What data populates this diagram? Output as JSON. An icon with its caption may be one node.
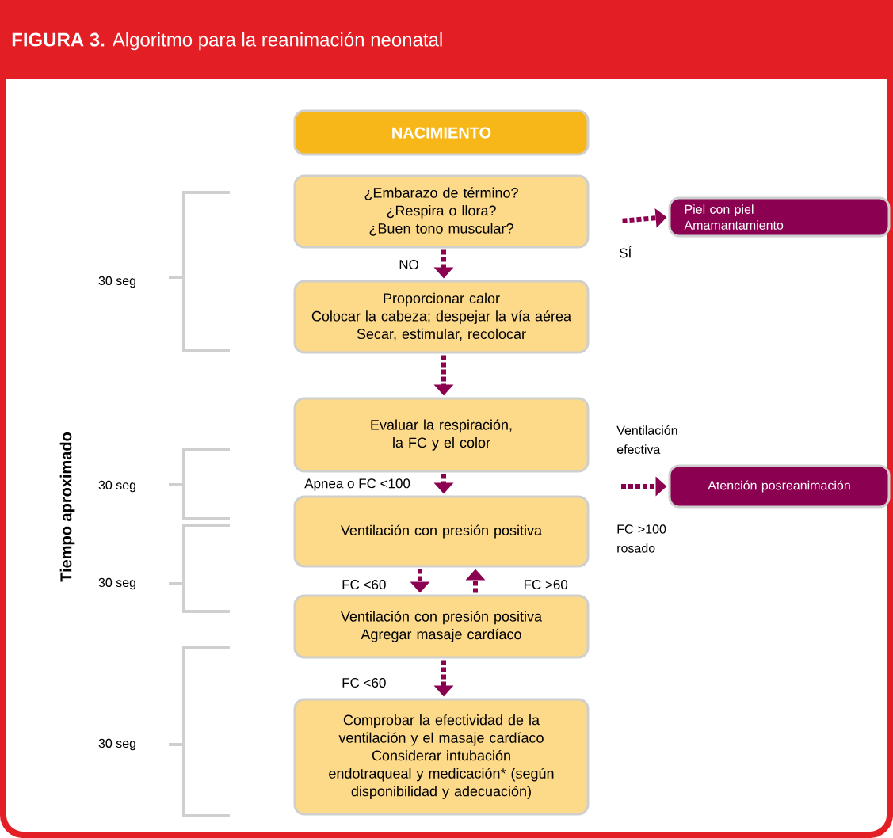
{
  "diagram": {
    "title": "**FIGURA 3.** Algoritmo para la reanimación neonatal",
    "nodes": [
      {
        "text": [
          "NACIMIENTO"
        ]
      },
      {
        "text": [
          "¿Embarazo de término?",
          "¿Respira o llora?",
          "¿Buen tono muscular?"
        ]
      },
      {
        "text": [
          "Piel con piel",
          "Amamantamiento"
        ]
      },
      {
        "text": [
          "Proporcionar calor",
          "Colocar la cabeza; despejar la vía aérea",
          "Secar, estimular, recolocar"
        ]
      },
      {
        "text": [
          "Evaluar la respiración, la FC y el color"
        ]
      },
      {
        "text": [
          "Atención posreanimación"
        ]
      },
      {
        "text": [
          "Ventilación con presión positiva"
        ]
      },
      {
        "text": [
          "Ventilación con presión positiva",
          "Agregar masaje cardíaco"
        ]
      },
      {
        "text": [
          "Comprobar la efectividad de la ventilación y el masaje cardíaco",
          "Considerar intubación endotraqueal y medicación* (según disponibilidad y adecuación)"
        ]
      }
    ],
    "edges": [
      {
        "from": 1,
        "to": 2,
        "arrow": "to",
        "label": "SÍ"
      },
      {
        "from": 1,
        "to": 3,
        "arrow": "to",
        "label": "NO"
      },
      {
        "from": 3,
        "to": 4,
        "arrow": "to"
      },
      {
        "from": 4,
        "to": 6,
        "arrow": "to",
        "label": "Apnea o FC <100"
      },
      {
        "from": null,
        "to": 5,
        "arrow": "to"
      },
      {
        "from": 6,
        "to": 7,
        "arrow": "to",
        "label": "FC <60"
      },
      {
        "from": 7,
        "to": 6,
        "arrow": "to",
        "label": "FC >60"
      },
      {
        "from": 7,
        "to": 8,
        "arrow": "to",
        "label": "FC <60"
      }
    ],
    "labels": [
      "30 seg",
      "Ventilación efectiva",
      "30 seg",
      "FC >100 rosado",
      "30 seg",
      "Tiempo aproximado",
      "30 seg"
    ]
  }
}
